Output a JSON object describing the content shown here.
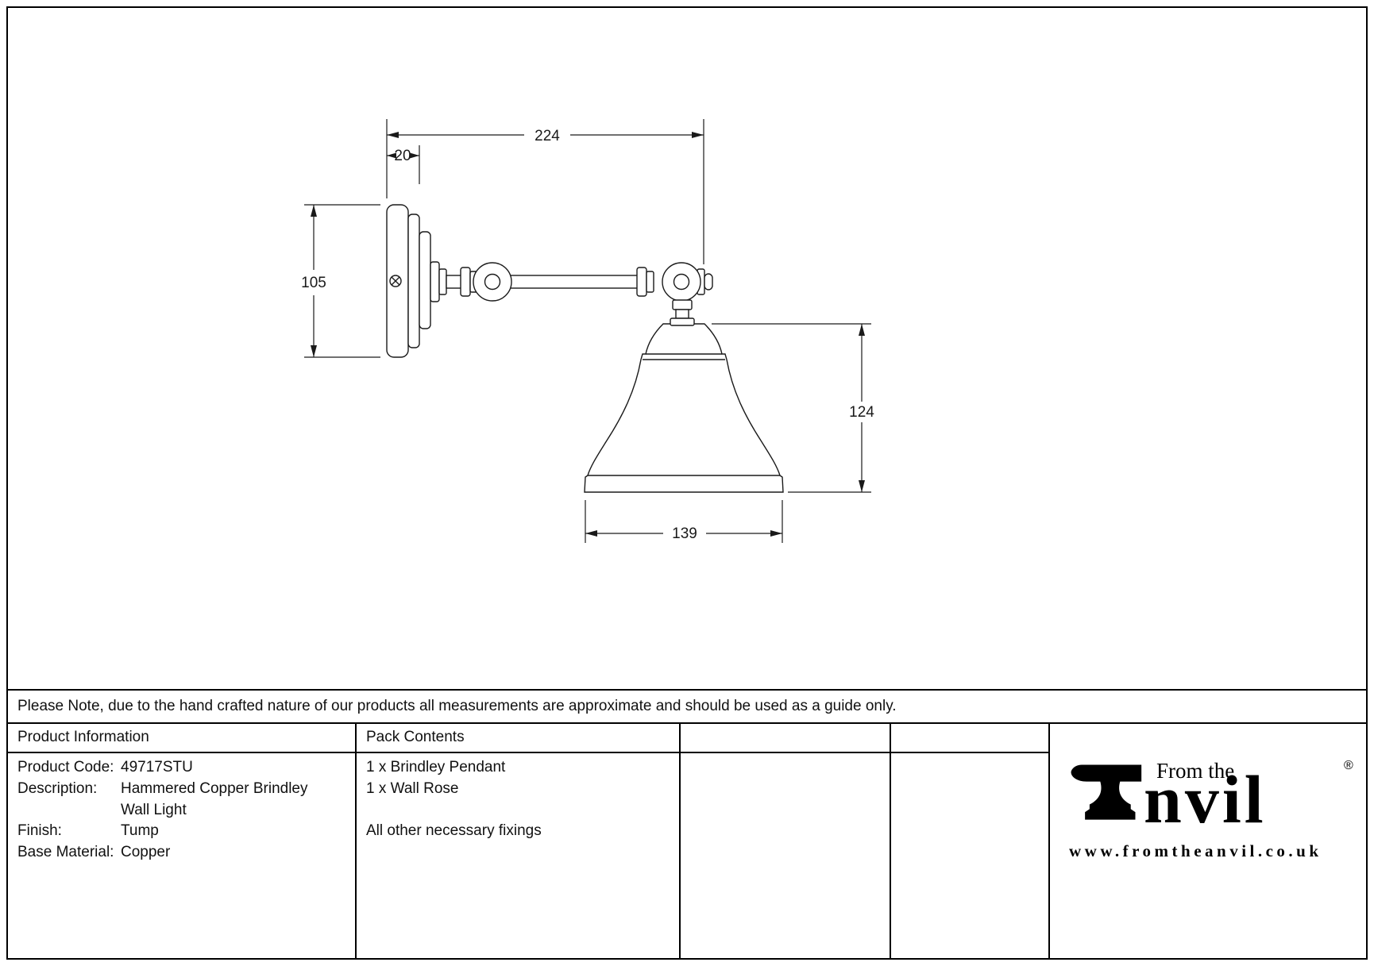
{
  "colors": {
    "ink": "#1a1a1a"
  },
  "note": "Please Note, due to the hand crafted nature of our products all measurements are approximate and should be used as a guide only.",
  "dimensions": {
    "projection": "224",
    "rose_depth": "20",
    "rose_height": "105",
    "shade_height": "124",
    "shade_width": "139"
  },
  "table": {
    "product_info_header": "Product Information",
    "pack_contents_header": "Pack Contents",
    "rows": {
      "product_code_label": "Product Code:",
      "product_code": "49717STU",
      "description_label": "Description:",
      "description_line1": "Hammered Copper Brindley",
      "description_line2": "Wall Light",
      "finish_label": "Finish:",
      "finish": "Tump",
      "base_material_label": "Base Material:",
      "base_material": "Copper"
    },
    "pack_contents": [
      "1 x Brindley Pendant",
      "1 x Wall Rose",
      "All other necessary fixings"
    ]
  },
  "logo": {
    "tagline": "From the",
    "name_rest": "nvil",
    "registered": "®",
    "website": "www.fromtheanvil.co.uk"
  }
}
